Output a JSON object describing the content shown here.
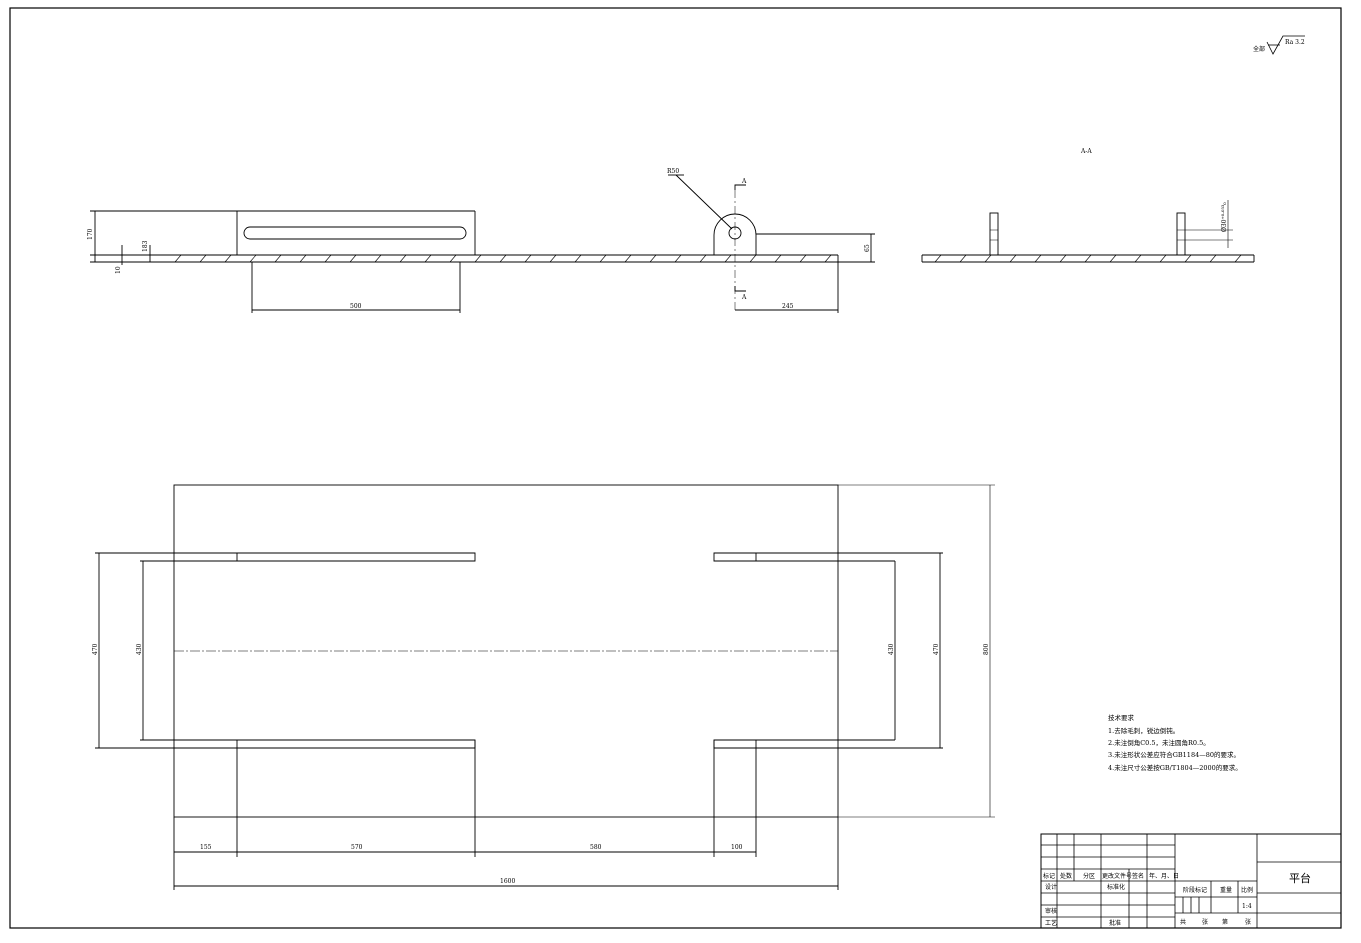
{
  "surface_finish": {
    "prefix": "全部",
    "value": "Ra 3.2"
  },
  "section_label": "A-A",
  "front_view": {
    "radius_label": "R50",
    "section_mark": "A",
    "dims": {
      "height_total": "170",
      "height_slot": "183",
      "height_plate": "10",
      "slot_length": "500",
      "ear_offset": "245",
      "ear_height": "65"
    }
  },
  "side_view": {
    "hole_dim": "Ø30⁺⁰·⁰³³₀"
  },
  "plan_view": {
    "dims": {
      "outer_left": "470",
      "inner_left": "430",
      "inner_right": "430",
      "outer_right": "470",
      "total_height": "800",
      "seg1": "155",
      "seg2": "570",
      "seg3": "580",
      "seg4": "100",
      "total_length": "1600"
    }
  },
  "tech_notes": {
    "title": "技术要求",
    "lines": [
      "1.去除毛刺，锐边倒钝。",
      "2.未注倒角C0.5，未注圆角R0.5。",
      "3.未注形状公差应符合GB1184—80的要求。",
      "4.未注尺寸公差按GB/T1804—2000的要求。"
    ]
  },
  "title_block": {
    "drawing_name": "平台",
    "headers": [
      "标记",
      "处数",
      "分区",
      "更改文件号",
      "签名",
      "年、月、日"
    ],
    "design": "设计",
    "standardize": "标准化",
    "stage_mark": "阶段标记",
    "weight": "重量",
    "scale_label": "比例",
    "scale": "1:4",
    "review": "审核",
    "process": "工艺",
    "approve": "批准",
    "sheet_total": "共",
    "sheet_unit1": "张",
    "sheet_no": "第",
    "sheet_unit2": "张"
  }
}
